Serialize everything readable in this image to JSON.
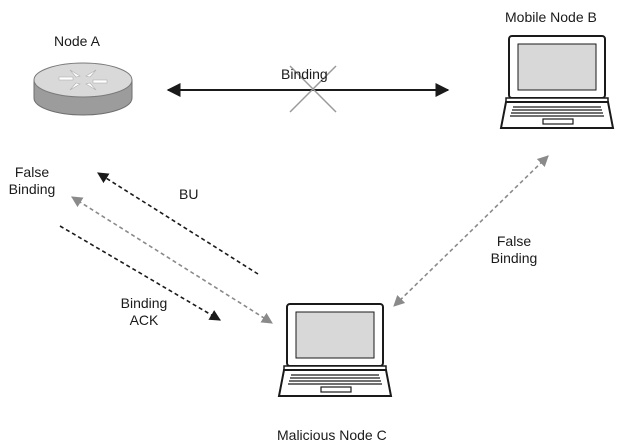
{
  "nodes": {
    "node_a": "Node A",
    "mobile_node_b": "Mobile Node B",
    "malicious_node_c": "Malicious Node C"
  },
  "links": {
    "binding": "Binding",
    "bu": "BU",
    "binding_ack": [
      "Binding",
      "ACK"
    ],
    "false_binding_left": [
      "False",
      "Binding"
    ],
    "false_binding_right": [
      "False",
      "Binding"
    ]
  },
  "colors": {
    "ink": "#1a1a1a",
    "dashed_gray": "#8a8a8a",
    "router_top": "#d9d9d9",
    "router_side": "#9c9c9c",
    "cross": "#9a9a9a"
  },
  "icons": {
    "node_a": "router-icon",
    "mobile_node_b": "laptop-icon",
    "malicious_node_c": "laptop-icon"
  }
}
